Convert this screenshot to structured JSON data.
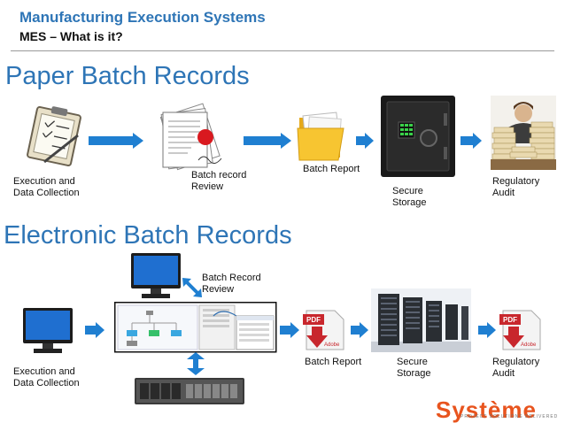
{
  "header": {
    "title": "Manufacturing Execution Systems",
    "subtitle": "MES – What is it?"
  },
  "paper": {
    "heading": "Paper Batch Records",
    "steps": {
      "execution": "Execution and\nData Collection",
      "review": "Batch record\nReview",
      "report": "Batch Report",
      "storage": "Secure\nStorage",
      "audit": "Regulatory\nAudit"
    }
  },
  "electronic": {
    "heading": "Electronic Batch Records",
    "steps": {
      "review": "Batch Record\nReview",
      "execution": "Execution and\nData Collection",
      "report": "Batch Report",
      "storage": "Secure\nStorage",
      "audit": "Regulatory\nAudit"
    },
    "pdf_icon_text": "PDF",
    "adobe_text": "Adobe"
  },
  "logo": {
    "name": "Système",
    "tagline": "PROJECT SOLUTIONS DELIVERED"
  },
  "colors": {
    "accent": "#2e75b6",
    "arrow": "#1f7fd1",
    "logo": "#e8541e"
  }
}
